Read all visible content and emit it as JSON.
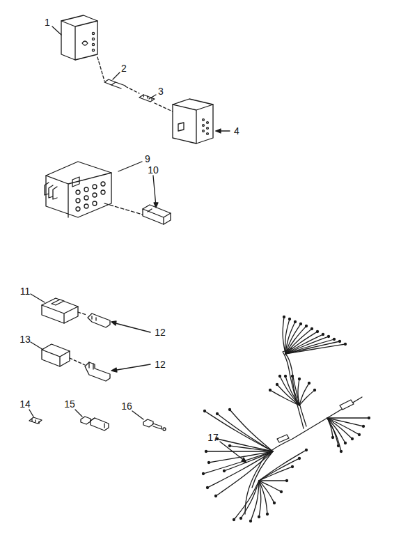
{
  "diagram": {
    "labels": [
      "1",
      "2",
      "3",
      "4",
      "9",
      "10",
      "11",
      "12",
      "13",
      "12",
      "14",
      "15",
      "16",
      "17"
    ]
  }
}
